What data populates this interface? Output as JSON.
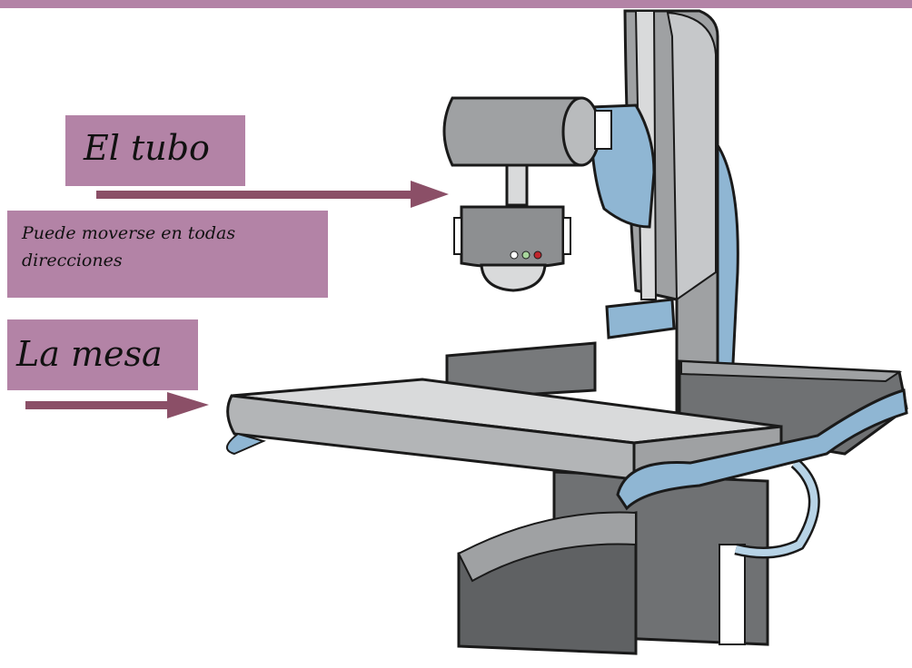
{
  "labels": {
    "tube_title": "El tubo",
    "tube_description": "Puede moverse en todas direcciones",
    "table_title": "La mesa"
  },
  "colors": {
    "label_background": "#b383a6",
    "arrow": "#8b4f67",
    "machine_gray": "#9fa1a3",
    "machine_dark": "#6f7173",
    "machine_light": "#d9dadb",
    "machine_blue": "#8fb6d3"
  }
}
